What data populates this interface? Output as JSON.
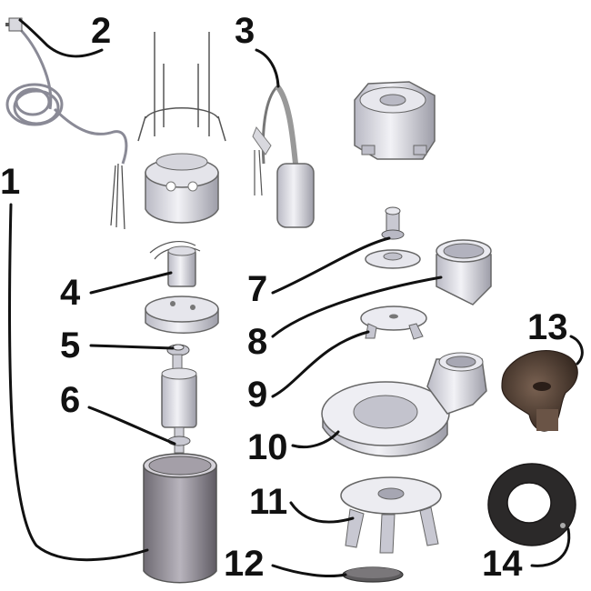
{
  "diagram": {
    "callouts": [
      {
        "id": "1",
        "label": "1"
      },
      {
        "id": "2",
        "label": "2"
      },
      {
        "id": "3",
        "label": "3"
      },
      {
        "id": "4",
        "label": "4"
      },
      {
        "id": "5",
        "label": "5"
      },
      {
        "id": "6",
        "label": "6"
      },
      {
        "id": "7",
        "label": "7"
      },
      {
        "id": "8",
        "label": "8"
      },
      {
        "id": "9",
        "label": "9"
      },
      {
        "id": "10",
        "label": "10"
      },
      {
        "id": "11",
        "label": "11"
      },
      {
        "id": "12",
        "label": "12"
      },
      {
        "id": "13",
        "label": "13"
      },
      {
        "id": "14",
        "label": "14"
      }
    ]
  },
  "colors": {
    "line": "#111111",
    "part_light": "#e9e9ee",
    "part_mid": "#c9c9d2",
    "part_shadow": "#8d8d99",
    "rubber": "#2d2b2b",
    "bronze": "#4a3a30"
  }
}
